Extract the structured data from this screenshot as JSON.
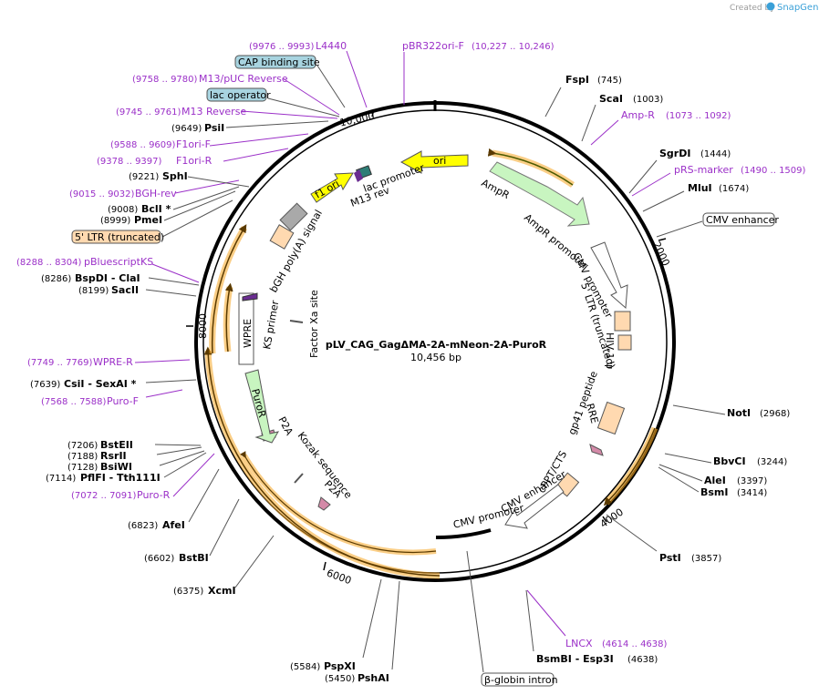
{
  "credit": {
    "created_by": "Created by",
    "brand": "SnapGene"
  },
  "map": {
    "name": "pLV_CAG_GagΔMA-2A-mNeon-2A-PuroR",
    "length": "10,456 bp",
    "ticks": [
      "2000",
      "4000",
      "6000",
      "8000",
      "10,000"
    ]
  },
  "enzymes": [
    {
      "name": "FspI",
      "pos": "(745)"
    },
    {
      "name": "ScaI",
      "pos": "(1003)"
    },
    {
      "name": "SgrDI",
      "pos": "(1444)"
    },
    {
      "name": "MluI",
      "pos": "(1674)"
    },
    {
      "name": "NotI",
      "pos": "(2968)"
    },
    {
      "name": "BbvCI",
      "pos": "(3244)"
    },
    {
      "name": "AleI",
      "pos": "(3397)"
    },
    {
      "name": "BsmI",
      "pos": "(3414)"
    },
    {
      "name": "PstI",
      "pos": "(3857)"
    },
    {
      "name": "BsmBI - Esp3I",
      "pos": "(4638)"
    },
    {
      "name": "PshAI",
      "pos": "(5450)"
    },
    {
      "name": "PspXI",
      "pos": "(5584)"
    },
    {
      "name": "XcmI",
      "pos": "(6375)"
    },
    {
      "name": "BstBI",
      "pos": "(6602)"
    },
    {
      "name": "AfeI",
      "pos": "(6823)"
    },
    {
      "name": "PflFI - Tth111I",
      "pos": "(7114)"
    },
    {
      "name": "BsiWI",
      "pos": "(7128)"
    },
    {
      "name": "RsrII",
      "pos": "(7188)"
    },
    {
      "name": "BstEII",
      "pos": "(7206)"
    },
    {
      "name": "CsiI - SexAI *",
      "pos": "(7639)"
    },
    {
      "name": "SacII",
      "pos": "(8199)"
    },
    {
      "name": "BspDI - ClaI",
      "pos": "(8286)"
    },
    {
      "name": "PmeI",
      "pos": "(8999)"
    },
    {
      "name": "BclI *",
      "pos": "(9008)"
    },
    {
      "name": "SphI",
      "pos": "(9221)"
    },
    {
      "name": "PsiI",
      "pos": "(9649)"
    }
  ],
  "primers": [
    {
      "name": "Amp-R",
      "pos": "(1073 .. 1092)"
    },
    {
      "name": "pRS-marker",
      "pos": "(1490 .. 1509)"
    },
    {
      "name": "LNCX",
      "pos": "(4614 .. 4638)"
    },
    {
      "name": "Puro-R",
      "pos": "(7072 .. 7091)"
    },
    {
      "name": "Puro-F",
      "pos": "(7568 .. 7588)"
    },
    {
      "name": "WPRE-R",
      "pos": "(7749 .. 7769)"
    },
    {
      "name": "pBluescriptKS",
      "pos": "(8288 .. 8304)"
    },
    {
      "name": "BGH-rev",
      "pos": "(9015 .. 9032)"
    },
    {
      "name": "F1ori-R",
      "pos": "(9378 .. 9397)"
    },
    {
      "name": "F1ori-F",
      "pos": "(9588 .. 9609)"
    },
    {
      "name": "M13 Reverse",
      "pos": "(9745 .. 9761)"
    },
    {
      "name": "M13/pUC Reverse",
      "pos": "(9758 .. 9780)"
    },
    {
      "name": "L4440",
      "pos": "(9976 .. 9993)"
    },
    {
      "name": "pBR322ori-F",
      "pos": "(10,227 .. 10,246)"
    }
  ],
  "boxed_features": {
    "cap_binding": "CAP binding site",
    "lac_operator": "lac operator",
    "ltr_5_truncated": "5' LTR (truncated)",
    "cmv_enhancer": "CMV enhancer",
    "beta_globin": "β-globin intron"
  },
  "features": {
    "ori": "ori",
    "ampr": "AmpR",
    "ampr_promoter": "AmpR promoter",
    "cmv_promoter_1": "CMV promoter",
    "ltr5": "5' LTR (truncated)",
    "hiv1": "HIV-1 ψ",
    "rre": "RRE",
    "gp41": "gp41 peptide",
    "cppt": "cPPT/CTS",
    "cmv_enhancer_in": "CMV enhancer",
    "cmv_promoter_2": "CMV promoter",
    "p2a_1": "P2A",
    "kozak": "Kozak sequence",
    "p2a_2": "P2A",
    "puror": "PuroR",
    "wpre": "WPRE",
    "ks_primer": "KS primer",
    "factor_xa": "Factor Xa site",
    "bgh": "bGH poly(A) signal",
    "f1_ori": "f1 ori",
    "m13_rev": "M13 rev",
    "lac_promoter": "lac promoter"
  },
  "colors": {
    "primer": "#9b30c8",
    "ori": "#ffff00",
    "ampr": "#c8f5c0",
    "orange_region": "#f5a623",
    "ltr": "#ffd9b0",
    "kozak": "#d48aa8",
    "wpre": "#6a2c91"
  }
}
